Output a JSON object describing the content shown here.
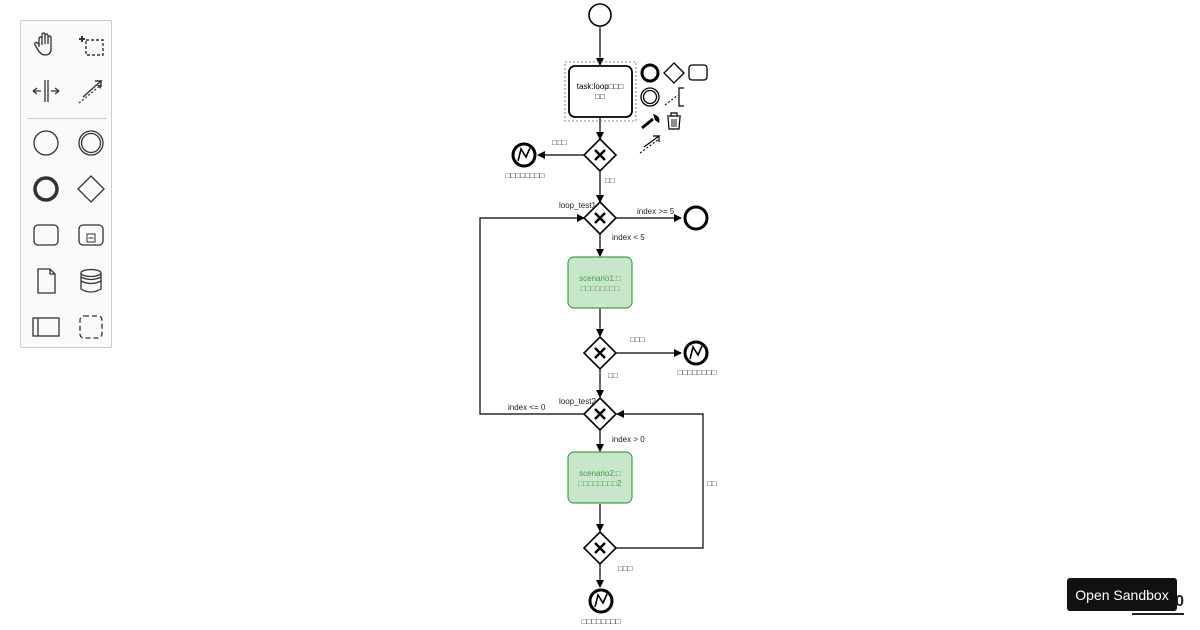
{
  "palette": {
    "tools": [
      {
        "name": "hand-tool",
        "icon": "hand-icon"
      },
      {
        "name": "lasso-tool",
        "icon": "lasso-icon"
      },
      {
        "name": "space-tool",
        "icon": "space-icon"
      },
      {
        "name": "global-connect-tool",
        "icon": "connect-icon"
      },
      {
        "name": "create-start-event",
        "icon": "start-event-icon"
      },
      {
        "name": "create-intermediate-event",
        "icon": "intermediate-event-icon"
      },
      {
        "name": "create-end-event",
        "icon": "end-event-icon"
      },
      {
        "name": "create-gateway",
        "icon": "gateway-icon"
      },
      {
        "name": "create-task",
        "icon": "task-icon"
      },
      {
        "name": "create-subprocess",
        "icon": "subprocess-icon"
      },
      {
        "name": "create-data-object",
        "icon": "data-object-icon"
      },
      {
        "name": "create-data-store",
        "icon": "data-store-icon"
      },
      {
        "name": "create-pool",
        "icon": "pool-icon"
      },
      {
        "name": "create-group",
        "icon": "group-icon"
      }
    ]
  },
  "diagram": {
    "task_loop": {
      "line1": "task:loop□□□",
      "line2": "□□"
    },
    "scenario1": {
      "line1": "scenario1:□",
      "line2": "□□□□□□□□"
    },
    "scenario2": {
      "line1": "scenario2:□",
      "line2": "□□□□□□□□2"
    },
    "gw1_error_label": "□□□",
    "gw1_ok_label": "□□",
    "error1_label": "□□□□□□□□",
    "loop_test1_label": "loop_test1",
    "cond_index_ge5": "index >= 5",
    "cond_index_lt5": "index < 5",
    "gw3_error_label": "□□□",
    "gw3_ok_label": "□□",
    "error2_label": "□□□□□□□□",
    "loop_test2_label": "loop_test2",
    "cond_index_le0": "index <= 0",
    "cond_index_gt0": "index > 0",
    "gw5_loop_label": "□□",
    "gw5_error_label": "□□□",
    "error3_label": "□□□□□□□□"
  },
  "context_pad": {
    "items": [
      "append-end-event-icon",
      "append-gateway-icon",
      "append-task-icon",
      "append-intermediate-event-icon",
      "text-annotation-icon",
      "change-type-icon",
      "delete-icon",
      "connect-icon"
    ]
  },
  "sandbox_button": {
    "label": "Open Sandbox"
  },
  "corner_mark": {
    "text": "0"
  },
  "colors": {
    "stroke": "#000000",
    "scenario_fill": "#c8e6c9",
    "scenario_stroke": "#43a047",
    "scenario_text": "#43a047",
    "palette_bg": "#fafafa"
  }
}
